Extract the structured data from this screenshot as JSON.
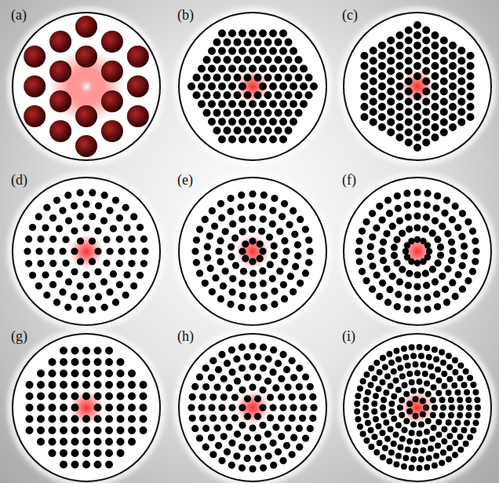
{
  "diagram": {
    "labels": [
      "(a)",
      "(b)",
      "(c)",
      "(d)",
      "(e)",
      "(f)",
      "(g)",
      "(h)",
      "(i)"
    ]
  }
}
